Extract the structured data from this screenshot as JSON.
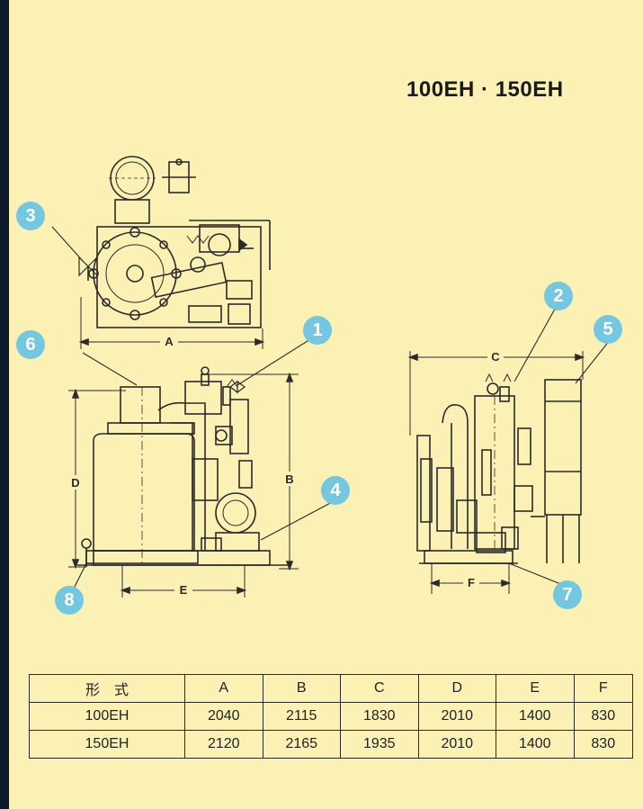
{
  "title": "100EH · 150EH",
  "callouts": [
    "1",
    "2",
    "3",
    "4",
    "5",
    "6",
    "7",
    "8"
  ],
  "dimension_labels": {
    "A": "A",
    "B": "B",
    "C": "C",
    "D": "D",
    "E": "E",
    "F": "F"
  },
  "table": {
    "headers": [
      "形　式",
      "A",
      "B",
      "C",
      "D",
      "E",
      "F"
    ],
    "rows": [
      [
        "100EH",
        "2040",
        "2115",
        "1830",
        "2010",
        "1400",
        "830"
      ],
      [
        "150EH",
        "2120",
        "2165",
        "1935",
        "2010",
        "1400",
        "830"
      ]
    ]
  }
}
